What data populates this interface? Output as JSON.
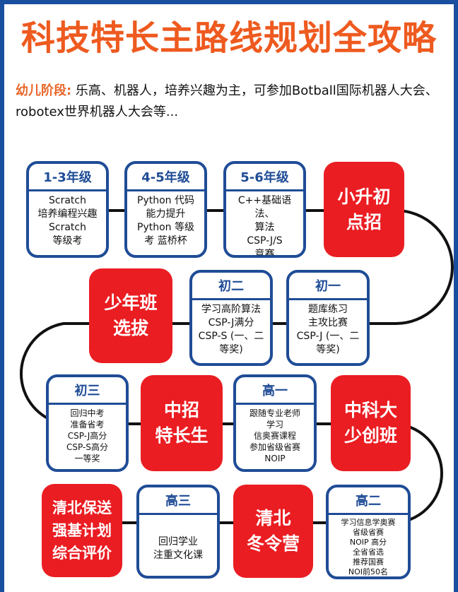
{
  "title": "科技特长主路线规划全攻略",
  "intro": {
    "highlight": "幼儿阶段:",
    "text": " 乐高、机器人，培养兴趣为主，可参加Botball国际机器人大会、robotex世界机器人大会等..."
  },
  "row1": {
    "card1": {
      "head": "1-3年级",
      "lines": [
        "Scratch",
        "培养编程兴趣",
        "Scratch",
        "等级考"
      ]
    },
    "card2": {
      "head": "4-5年级",
      "lines": [
        "Python 代码",
        "能力提升",
        "Python 等级",
        "考 蓝桥杯"
      ]
    },
    "card3": {
      "head": "5-6年级",
      "lines": [
        "C++基础语法、",
        "算法",
        "CSP-J/S",
        "竞赛"
      ]
    },
    "red": [
      "小升初",
      "点招"
    ]
  },
  "row2": {
    "red": [
      "少年班",
      "选拔"
    ],
    "card1": {
      "head": "初二",
      "lines": [
        "学习高阶算法",
        "CSP-J满分",
        "CSP-S (一、二",
        "等奖)"
      ]
    },
    "card2": {
      "head": "初一",
      "lines": [
        "题库练习",
        "主攻比赛",
        "CSP-J (一、二",
        "等奖)"
      ]
    }
  },
  "row3": {
    "card1": {
      "head": "初三",
      "lines": [
        "回归中考",
        "准备省考",
        "CSP-J高分",
        "CSP-S高分",
        "一等奖"
      ]
    },
    "red1": [
      "中招",
      "特长生"
    ],
    "card2": {
      "head": "高一",
      "lines": [
        "跟随专业老师",
        "学习",
        "信奥赛课程",
        "参加省级省赛",
        "NOIP"
      ]
    },
    "red2": [
      "中科大",
      "少创班"
    ]
  },
  "row4": {
    "red1": [
      "清北保送",
      "强基计划",
      "综合评价"
    ],
    "card1": {
      "head": "高三",
      "lines": [
        "回归学业",
        "注重文化课"
      ]
    },
    "red2": [
      "清北",
      "冬令营"
    ],
    "card2": {
      "head": "高二",
      "lines": [
        "学习信息学奥赛",
        "省级省赛",
        "NOIP 高分",
        "全省省选",
        "推荐国赛",
        "NOI前50名"
      ]
    }
  },
  "colors": {
    "title": "#ee5a1f",
    "border": "#1f4c96",
    "red": "#ea1d22",
    "highlight": "#e8672a"
  }
}
